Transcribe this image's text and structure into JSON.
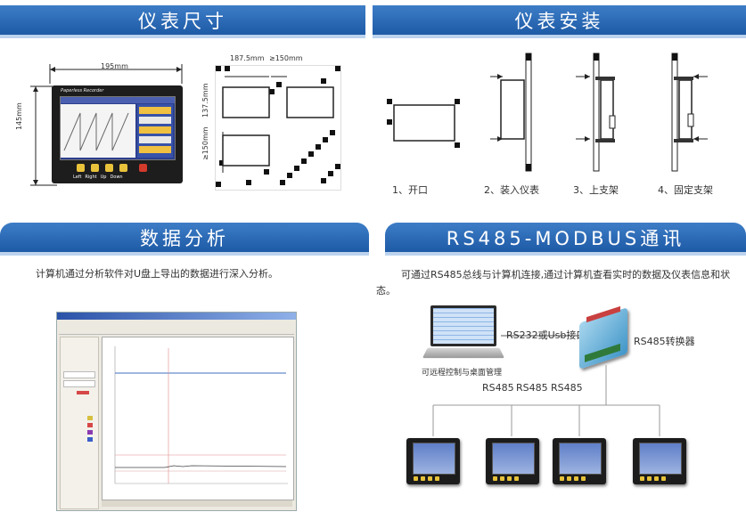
{
  "headers": {
    "size": "仪表尺寸",
    "install": "仪表安装",
    "analysis": "数据分析",
    "rs485": "RS485-MODBUS通讯"
  },
  "dimensions": {
    "width": "195mm",
    "height": "145mm",
    "cutout_w": "187.5mm",
    "gap_w": "≥150mm",
    "cutout_h": "137.5mm",
    "gap_h": "≥150mm"
  },
  "device": {
    "brand": "Paperless Recorder",
    "keys": [
      "Left",
      "Right",
      "Up",
      "Down"
    ]
  },
  "install_steps": [
    "1、开口",
    "2、装入仪表",
    "3、上支架",
    "4、固定支架"
  ],
  "analysis": {
    "description": "计算机通过分析软件对U盘上导出的数据进行深入分析。"
  },
  "rs485": {
    "description": "可通过RS485总线与计算机连接,通过计算机查看实时的数据及仪表信息和状态。",
    "pc_label": "可远程控制与桌面管理",
    "port_label": "RS232或Usb接口",
    "converter_label": "RS485转换器",
    "bus_labels": [
      "RS485",
      "RS485",
      "RS485"
    ]
  }
}
